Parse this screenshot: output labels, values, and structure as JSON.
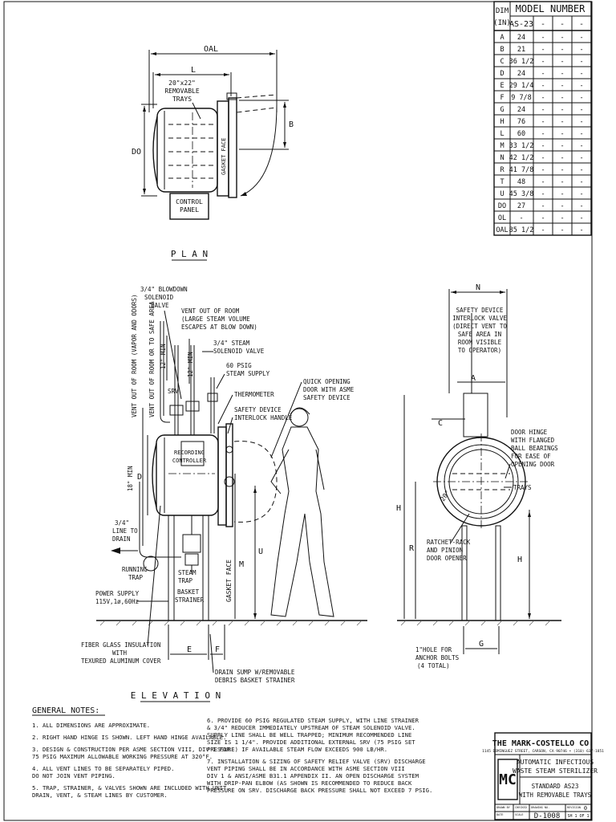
{
  "model_table": {
    "header_dim": "DIM",
    "header_in": "(IN)",
    "header_model": "MODEL NUMBER",
    "model": "AS-23",
    "dash": "-",
    "rows": [
      {
        "dim": "A",
        "value": "24"
      },
      {
        "dim": "B",
        "value": "21"
      },
      {
        "dim": "C",
        "value": "36 1/2"
      },
      {
        "dim": "D",
        "value": "24"
      },
      {
        "dim": "E",
        "value": "29 1/4"
      },
      {
        "dim": "F",
        "value": "9 7/8"
      },
      {
        "dim": "G",
        "value": "24"
      },
      {
        "dim": "H",
        "value": "76"
      },
      {
        "dim": "L",
        "value": "60"
      },
      {
        "dim": "M",
        "value": "33 1/2"
      },
      {
        "dim": "N",
        "value": "42 1/2"
      },
      {
        "dim": "R",
        "value": "41 7/8"
      },
      {
        "dim": "T",
        "value": "48"
      },
      {
        "dim": "U",
        "value": "45 3/8"
      },
      {
        "dim": "DO",
        "value": "27"
      },
      {
        "dim": "OL",
        "value": "-"
      },
      {
        "dim": "OAL",
        "value": "85 1/2"
      }
    ]
  },
  "plan": {
    "title": "P L A N",
    "dim_oal": "OAL",
    "dim_l": "L",
    "dim_b": "B",
    "dim_do": "DO",
    "trays_label": [
      "20\"x22\"",
      "REMOVABLE",
      "TRAYS"
    ],
    "gasket_face": "GASKET FACE",
    "control_panel": [
      "CONTROL",
      "PANEL"
    ]
  },
  "elevation": {
    "title": "E L E V A T I O N",
    "vent_room_vapor": "VENT OUT OF ROOM (VAPOR AND ODORS)",
    "vent_safe_area": "VENT OUT OF ROOM OR TO SAFE AREA",
    "min_18": "18\" MIN",
    "min_12": "12\" MIN",
    "blowdown_valve": [
      "3/4\" BLOWDOWN",
      "SOLENOID",
      "VALVE"
    ],
    "vent_large_steam": [
      "VENT OUT OF ROOM",
      "(LARGE STEAM VOLUME",
      "ESCAPES AT BLOW DOWN)"
    ],
    "steam_valve": [
      "3/4\" STEAM",
      "SOLENOID VALVE"
    ],
    "steam_supply": [
      "60 PSIG",
      "STEAM SUPPLY"
    ],
    "srv": "SRV",
    "thermometer": "THERMOMETER",
    "interlock_handle": [
      "SAFETY DEVICE",
      "INTERLOCK HANDLE"
    ],
    "quick_door": [
      "QUICK OPENING",
      "DOOR WITH ASME",
      "SAFETY DEVICE"
    ],
    "recording_controller": [
      "RECORDING",
      "CONTROLLER"
    ],
    "dim_d": "D",
    "dim_m": "M",
    "dim_u": "U",
    "dim_e": "E",
    "dim_f": "F",
    "gasket_face": "GASKET FACE",
    "line_to_drain": [
      "3/4\"",
      "LINE TO",
      "DRAIN"
    ],
    "running_trap": [
      "RUNNING",
      "TRAP"
    ],
    "steam_trap": [
      "STEAM",
      "TRAP"
    ],
    "basket_strainer": [
      "BASKET",
      "STRAINER"
    ],
    "power_supply": [
      "POWER SUPPLY",
      "115V,1ø,60Hz"
    ],
    "fiber_glass": [
      "FIBER GLASS INSULATION",
      "WITH",
      "TEXURED ALUMINUM COVER"
    ],
    "drain_sump": [
      "DRAIN SUMP W/REMOVABLE",
      "DEBRIS BASKET STRAINER"
    ]
  },
  "side_view": {
    "dim_n": "N",
    "dim_a": "A",
    "dim_c": "C",
    "dim_h": "H",
    "dim_r": "R",
    "dim_g": "G",
    "angle": "20°",
    "interlock_valve": [
      "SAFETY DEVICE",
      "INTERLOCK VALVE",
      "(DIRECT VENT TO",
      "SAFE AREA IN",
      "ROOM VISIBLE",
      "TO OPERATOR)"
    ],
    "door_hinge": [
      "DOOR HINGE",
      "WITH FLANGED",
      "BALL BEARINGS",
      "FOR EASE OF",
      "OPENING DOOR"
    ],
    "trays": "TRAYS",
    "ratchet": [
      "RATCHET-RACK",
      "AND PINION",
      "DOOR OPENER"
    ],
    "anchor": [
      "1\"HOLE FOR",
      "ANCHOR BOLTS",
      "(4 TOTAL)"
    ]
  },
  "notes": {
    "heading": "GENERAL NOTES:",
    "left": [
      [
        "1. ALL DIMENSIONS ARE APPROXIMATE."
      ],
      [
        "2. RIGHT HAND HINGE IS SHOWN.  LEFT HAND HINGE AVAILABLE."
      ],
      [
        "3. DESIGN & CONSTRUCTION PER ASME SECTION VIII, DIV 1 FOR",
        "   75 PSIG MAXIMUM ALLOWABLE WORKING PRESSURE AT 320°F."
      ],
      [
        "4. ALL VENT LINES TO BE SEPARATELY PIPED.",
        "   DO NOT JOIN VENT PIPING."
      ],
      [
        "5. TRAP, STRAINER, & VALVES SHOWN ARE INCLUDED WITH UNIT.",
        "   DRAIN, VENT, & STEAM LINES BY CUSTOMER."
      ]
    ],
    "right": [
      [
        "6. PROVIDE 60 PSIG REGULATED STEAM SUPPLY, WITH LINE STRAINER",
        "   & 3/4\" REDUCER IMMEDIATELY UPSTREAM OF STEAM SOLENOID VALVE.",
        "   SUPPLY LINE SHALL BE WELL TRAPPED; MINIMUM RECOMMENDED LINE",
        "   SIZE IS 1 1/4\". PROVIDE ADDITIONAL EXTERNAL SRV (75 PSIG SET",
        "   PRESSURE) IF AVAILABLE STEAM FLOW EXCEEDS 900 LB/HR."
      ],
      [
        "7. INSTALLATION & SIZING OF SAFETY RELIEF VALVE (SRV) DISCHARGE",
        "   VENT PIPING SHALL BE IN ACCORDANCE WITH ASME SECTION VIII",
        "   DIV 1 & ANSI/ASME B31.1 APPENDIX II.  AN OPEN DISCHARGE SYSTEM",
        "   WITH DRIP-PAN ELBOW (AS SHOWN IS RECOMMENDED TO REDUCE BACK",
        "   PRESSURE ON SRV. DISCHARGE BACK PRESSURE SHALL NOT EXCEED 7 PSIG."
      ]
    ]
  },
  "title_block": {
    "company": "THE MARK-COSTELLO CO.",
    "address": "1145 DOMINGUEZ STREET, CARSON, CA  90746 • (310) 637-1851",
    "logo": "MC",
    "title1": "AUTOMATIC INFECTIOUS",
    "title2": "WASTE STEAM STERILIZER",
    "subtitle1": "STANDARD AS23",
    "subtitle2": "WITH REMOVABLE TRAYS",
    "drawing_no": "D-1008",
    "revision": "0",
    "sheet": "SH 1 OF 1",
    "small_labels": [
      "DRAWN BY",
      "CHECKED",
      "DATE",
      "SCALE",
      "DRAWING NO.",
      "REVISION"
    ]
  }
}
